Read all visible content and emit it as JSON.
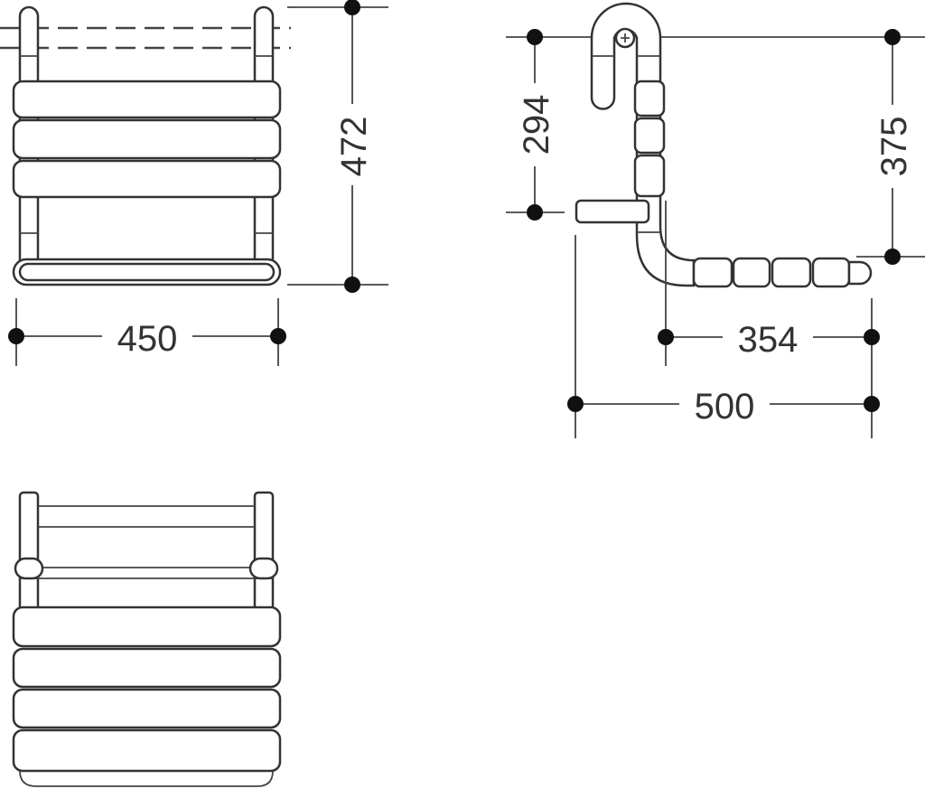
{
  "dimensions": {
    "front_height": "472",
    "front_width": "450",
    "side_rail_height": "294",
    "side_total_height": "375",
    "side_seat_depth": "354",
    "side_total_depth": "500"
  },
  "colors": {
    "line": "#333333",
    "background": "#ffffff"
  }
}
